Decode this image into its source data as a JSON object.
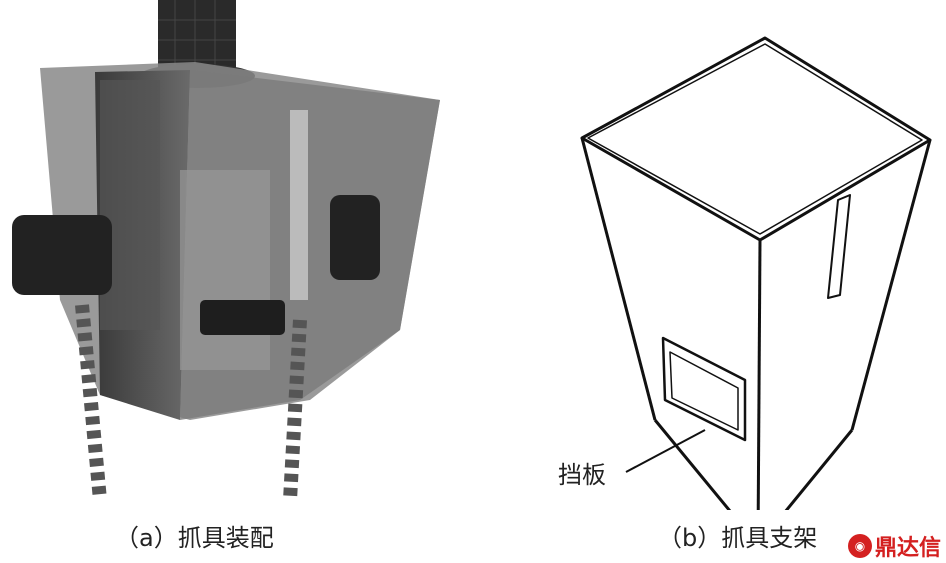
{
  "figure_a": {
    "caption": "（a）抓具装配"
  },
  "figure_b": {
    "caption": "（b）抓具支架",
    "callout_label": "挡板"
  },
  "watermark": {
    "text": "鼎达信"
  }
}
